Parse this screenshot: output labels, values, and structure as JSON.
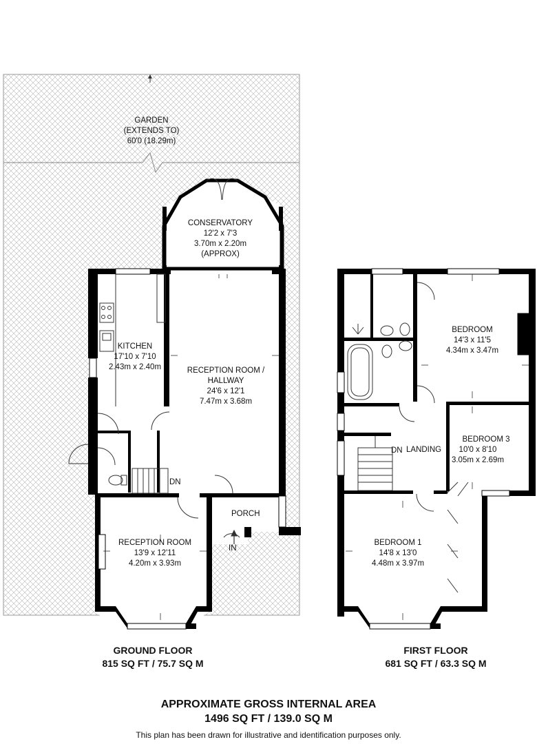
{
  "garden": {
    "l1": "GARDEN",
    "l2": "(EXTENDS TO)",
    "l3": "60'0 (18.29m)"
  },
  "rooms": {
    "conservatory": {
      "name": "CONSERVATORY",
      "imp": "12'2 x 7'3",
      "met": "3.70m x 2.20m",
      "note": "(APPROX)"
    },
    "kitchen": {
      "name": "KITCHEN",
      "imp": "17'10 x 7'10",
      "met": "2.43m x 2.40m"
    },
    "reception_hallway": {
      "name1": "RECEPTION ROOM /",
      "name2": "HALLWAY",
      "imp": "24'6 x 12'1",
      "met": "7.47m x 3.68m"
    },
    "reception": {
      "name": "RECEPTION ROOM",
      "imp": "13'9 x 12'11",
      "met": "4.20m x 3.93m"
    },
    "porch": {
      "name": "PORCH",
      "entry": "IN"
    },
    "ground_dn": "DN",
    "bedroom": {
      "name": "BEDROOM",
      "imp": "14'3 x 11'5",
      "met": "4.34m x 3.47m"
    },
    "bedroom3": {
      "name": "BEDROOM 3",
      "imp": "10'0 x 8'10",
      "met": "3.05m x 2.69m"
    },
    "landing": {
      "dn": "DN",
      "name": "LANDING"
    },
    "bedroom1": {
      "name": "BEDROOM 1",
      "imp": "14'8 x 13'0",
      "met": "4.48m x 3.97m"
    }
  },
  "ground_floor": {
    "title": "GROUND FLOOR",
    "area": "815 SQ FT / 75.7 SQ M"
  },
  "first_floor": {
    "title": "FIRST FLOOR",
    "area": "681 SQ FT / 63.3 SQ M"
  },
  "summary": {
    "title": "APPROXIMATE GROSS INTERNAL AREA",
    "area": "1496 SQ FT / 139.0 SQ M"
  },
  "disclaimer": "This plan has been drawn for illustrative and identification purposes only."
}
